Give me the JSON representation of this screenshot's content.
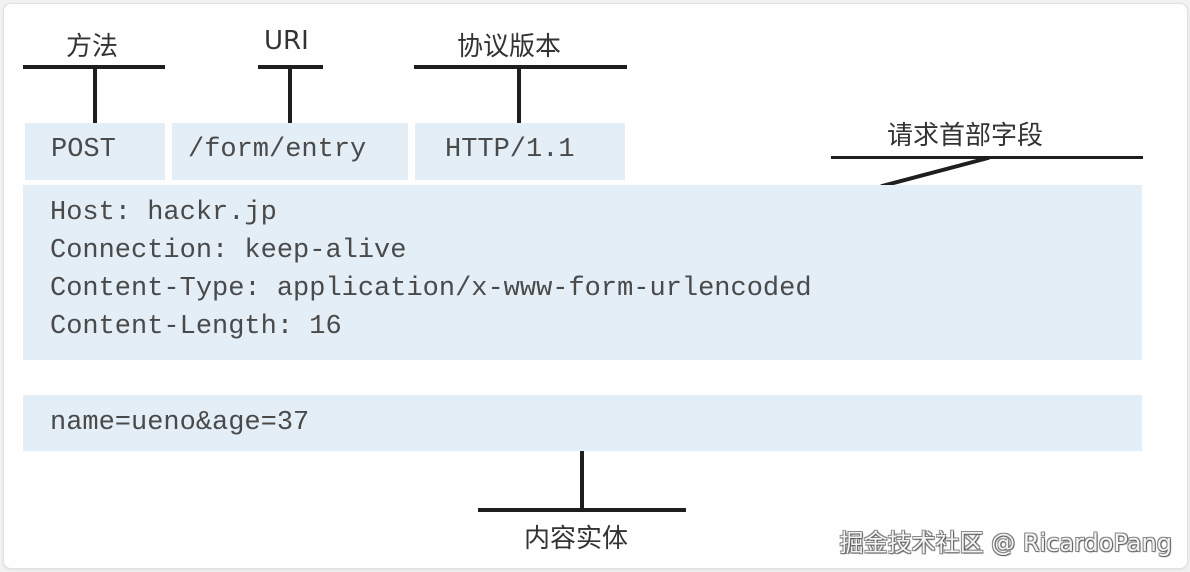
{
  "labels": {
    "method": "方法",
    "uri": "URI",
    "protocol_version": "协议版本",
    "request_header_fields": "请求首部字段",
    "content_entity": "内容实体"
  },
  "request_line": {
    "method": "POST",
    "uri": "/form/entry",
    "version": "HTTP/1.1"
  },
  "headers": [
    "Host: hackr.jp",
    "Connection: keep-alive",
    "Content-Type: application/x-www-form-urlencoded",
    "Content-Length: 16"
  ],
  "body": "name=ueno&age=37",
  "watermark": "掘金技术社区 @ RicardoPang",
  "colors": {
    "box_fill": "#e3eef6",
    "line": "#1e1e1e",
    "text": "#4a4a4a"
  }
}
